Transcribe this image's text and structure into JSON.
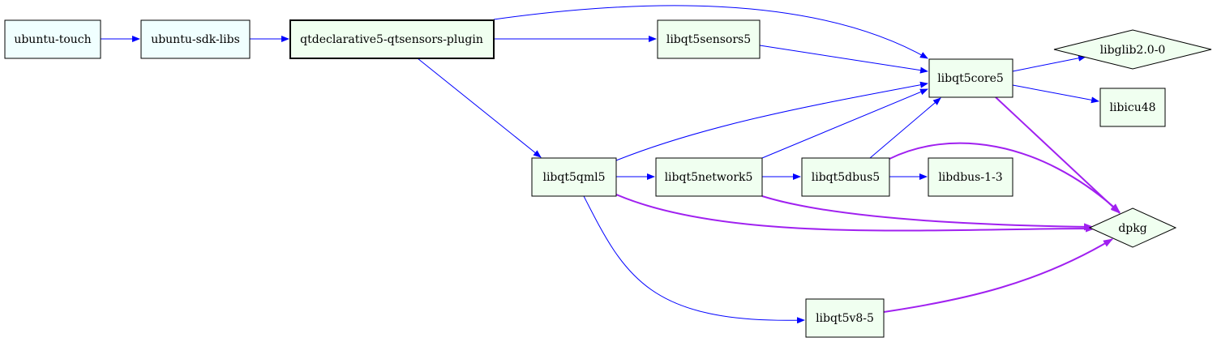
{
  "colors": {
    "edge_depends": "#0000ff",
    "edge_prereq": "#a020f0",
    "fill_light_cyan": "#f0ffff",
    "fill_light_green": "#f0fff0",
    "stroke": "#000000"
  },
  "nodes": {
    "ubuntu_touch": {
      "label": "ubuntu-touch"
    },
    "ubuntu_sdk_libs": {
      "label": "ubuntu-sdk-libs"
    },
    "qtdeclarative5_qtsensors_plugin": {
      "label": "qtdeclarative5-qtsensors-plugin"
    },
    "libqt5sensors5": {
      "label": "libqt5sensors5"
    },
    "libqt5core5": {
      "label": "libqt5core5"
    },
    "libglib2_0_0": {
      "label": "libglib2.0-0"
    },
    "libicu48": {
      "label": "libicu48"
    },
    "libqt5qml5": {
      "label": "libqt5qml5"
    },
    "libqt5network5": {
      "label": "libqt5network5"
    },
    "libqt5dbus5": {
      "label": "libqt5dbus5"
    },
    "libdbus_1_3": {
      "label": "libdbus-1-3"
    },
    "dpkg": {
      "label": "dpkg"
    },
    "libqt5v8_5": {
      "label": "libqt5v8-5"
    }
  }
}
